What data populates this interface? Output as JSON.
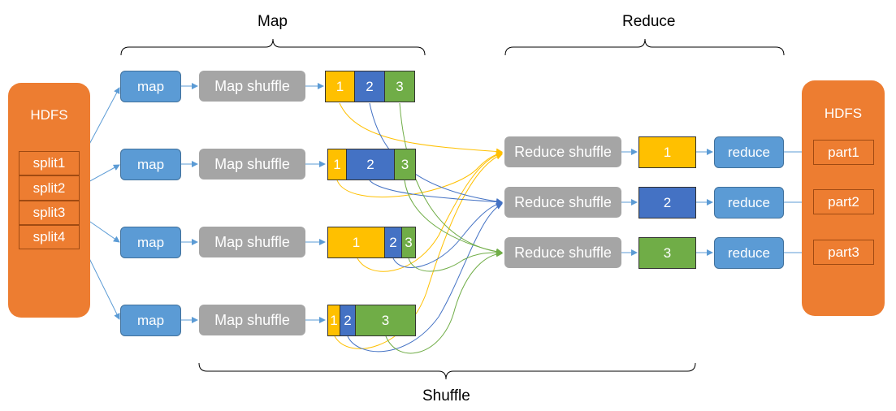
{
  "headers": {
    "map": "Map",
    "reduce": "Reduce",
    "shuffle": "Shuffle"
  },
  "hdfs_left": {
    "title": "HDFS",
    "splits": [
      "split1",
      "split2",
      "split3",
      "split4"
    ]
  },
  "hdfs_right": {
    "title": "HDFS",
    "parts": [
      "part1",
      "part2",
      "part3"
    ]
  },
  "map_rows": [
    {
      "map_label": "map",
      "shuffle_label": "Map shuffle",
      "partitions": [
        "1",
        "2",
        "3"
      ]
    },
    {
      "map_label": "map",
      "shuffle_label": "Map shuffle",
      "partitions": [
        "1",
        "2",
        "3"
      ]
    },
    {
      "map_label": "map",
      "shuffle_label": "Map shuffle",
      "partitions": [
        "1",
        "2",
        "3"
      ]
    },
    {
      "map_label": "map",
      "shuffle_label": "Map shuffle",
      "partitions": [
        "1",
        "2",
        "3"
      ]
    }
  ],
  "reduce_rows": [
    {
      "shuffle_label": "Reduce shuffle",
      "partition": "1",
      "reduce_label": "reduce"
    },
    {
      "shuffle_label": "Reduce shuffle",
      "partition": "2",
      "reduce_label": "reduce"
    },
    {
      "shuffle_label": "Reduce shuffle",
      "partition": "3",
      "reduce_label": "reduce"
    }
  ],
  "colors": {
    "hdfs": "#ED7D31",
    "map": "#5B9BD5",
    "shuffle": "#A5A5A5",
    "partition_1": "#FFC000",
    "partition_2": "#4472C4",
    "partition_3": "#70AD47"
  }
}
